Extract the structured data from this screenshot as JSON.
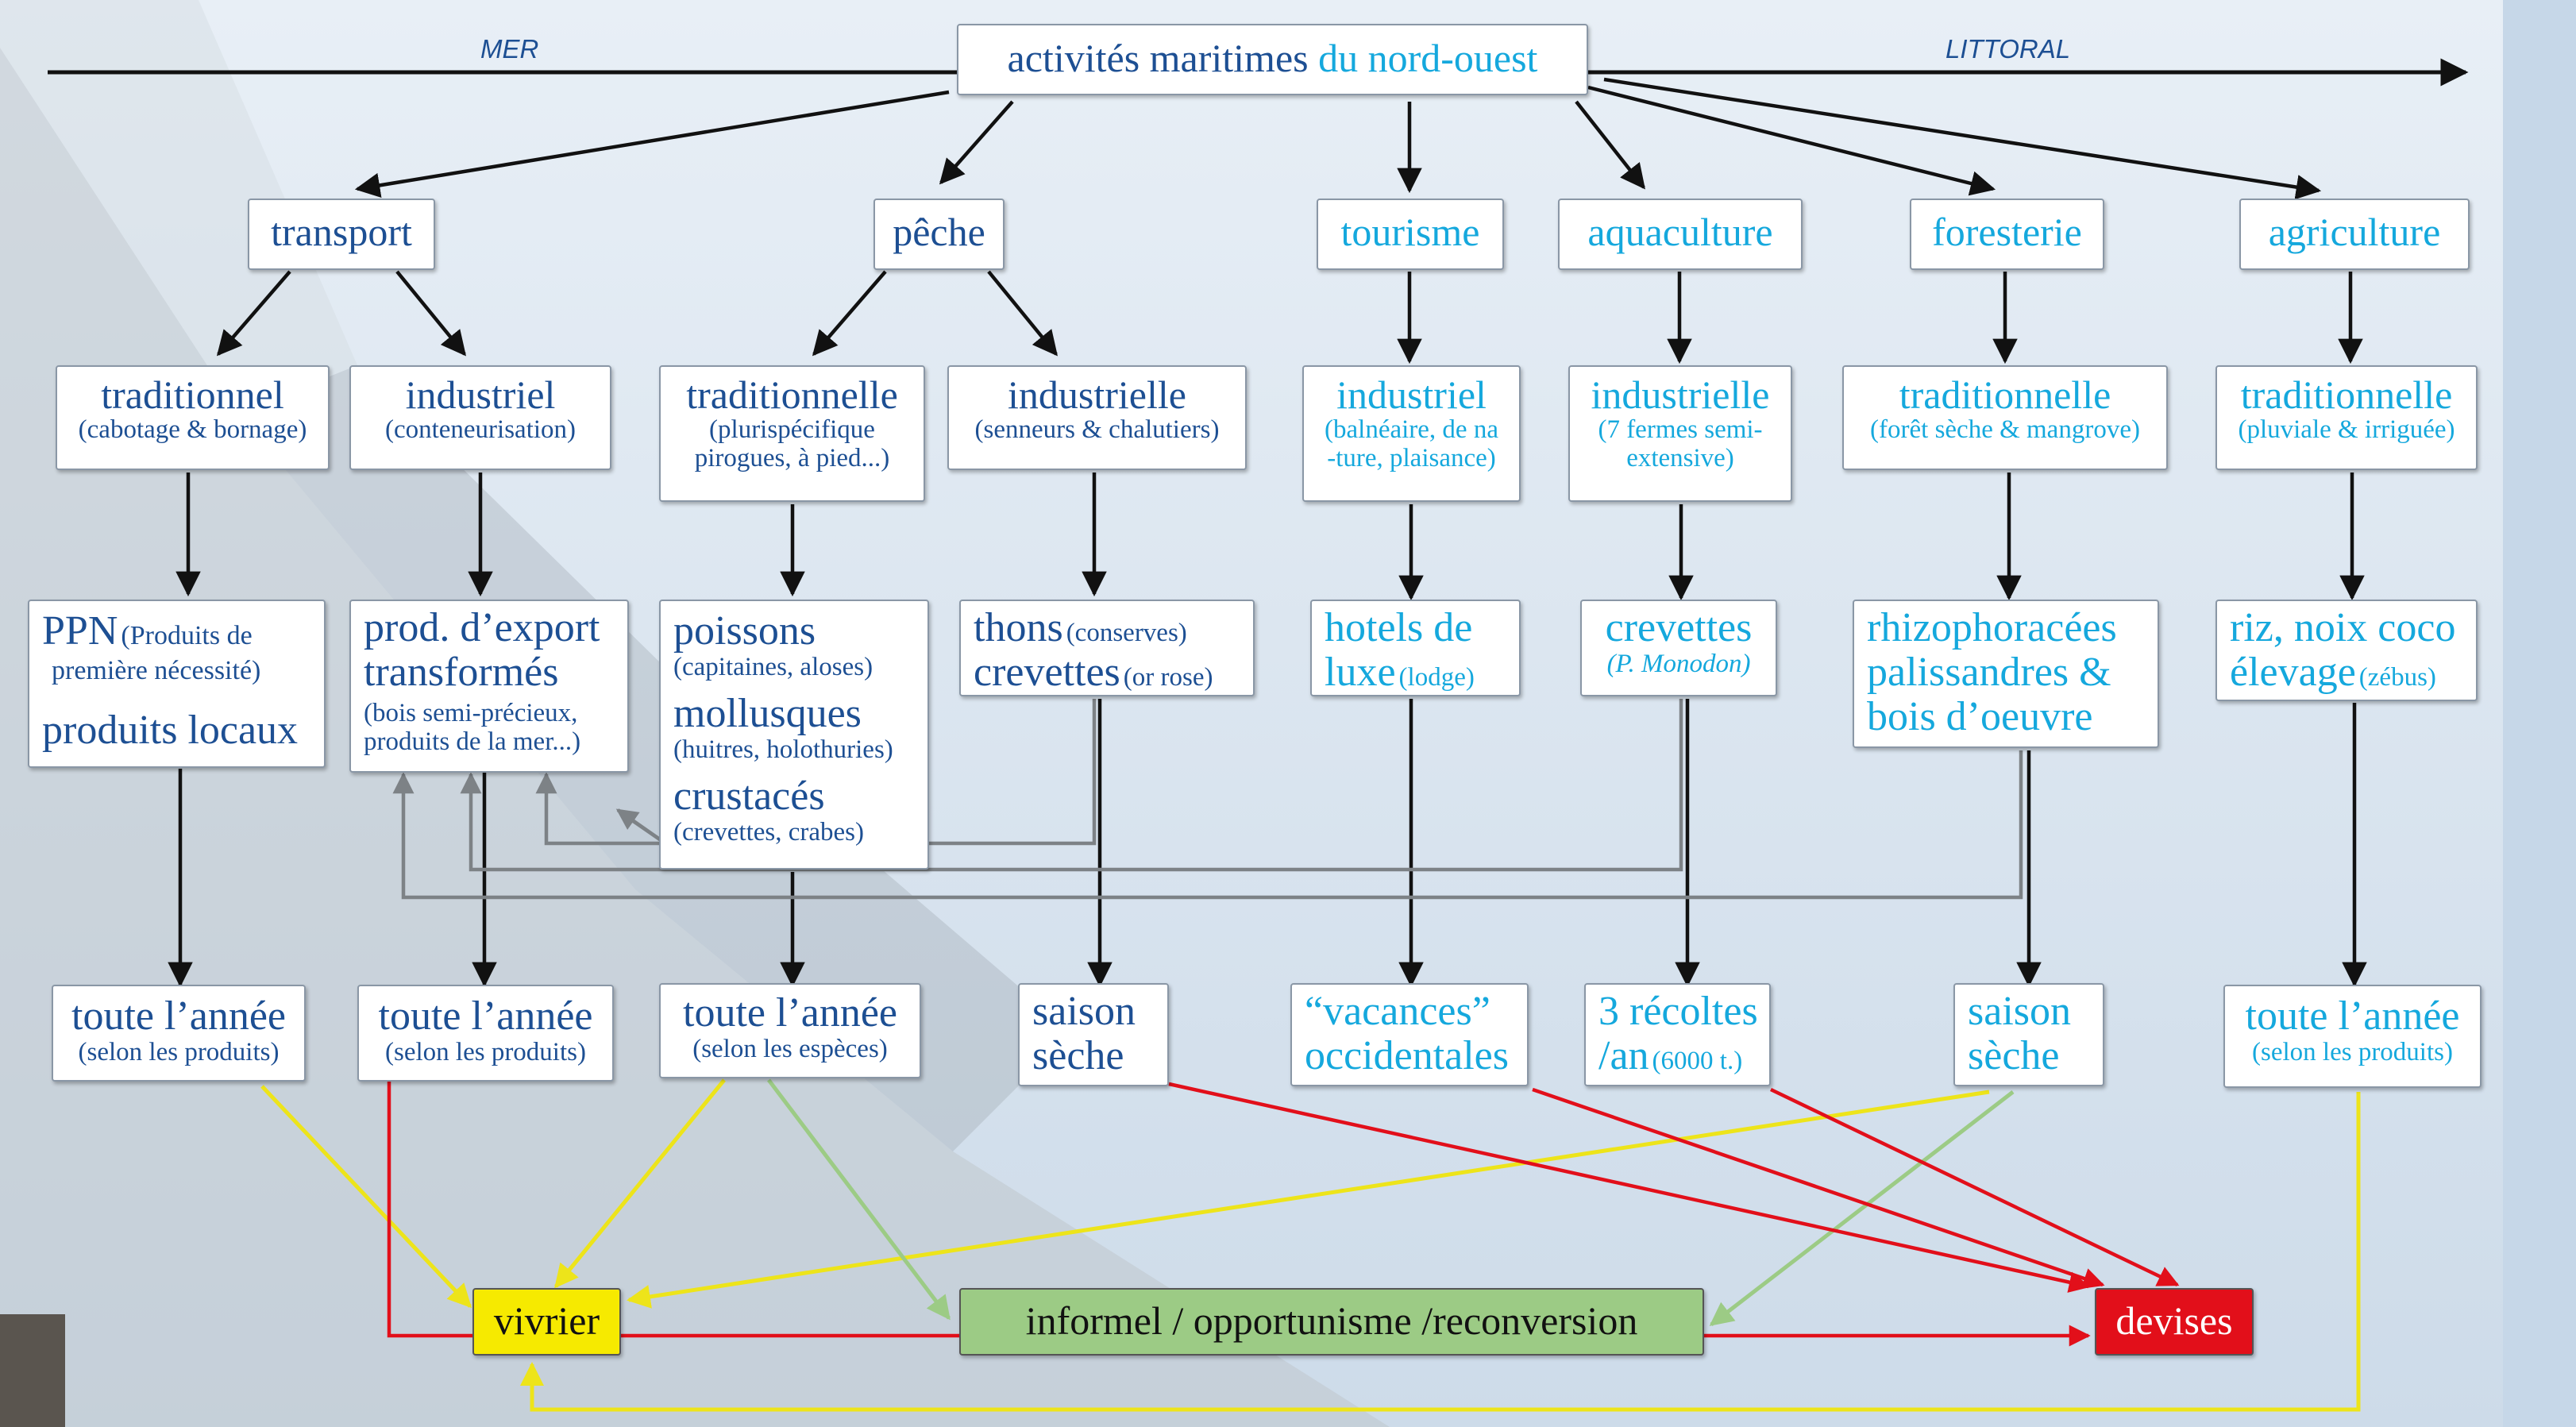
{
  "axis": {
    "left_label": "MER",
    "right_label": "LITTORAL"
  },
  "title": {
    "part1": "activités maritimes",
    "part2": "du nord-ouest"
  },
  "sectors": {
    "transport": "transport",
    "peche": "pêche",
    "tourisme": "tourisme",
    "aquaculture": "aquaculture",
    "foresterie": "foresterie",
    "agriculture": "agriculture"
  },
  "modes": {
    "transport_trad": {
      "head": "traditionnel",
      "sub": "(cabotage & bornage)"
    },
    "transport_ind": {
      "head": "industriel",
      "sub": "(conteneurisation)"
    },
    "peche_trad": {
      "head": "traditionnelle",
      "sub1": "(plurispécifique",
      "sub2": "pirogues, à pied...)"
    },
    "peche_ind": {
      "head": "industrielle",
      "sub": "(senneurs & chalutiers)"
    },
    "tourisme_ind": {
      "head": "industriel",
      "sub1": "(balnéaire, de na",
      "sub2": "-ture, plaisance)"
    },
    "aqua_ind": {
      "head": "industrielle",
      "sub1": "(7 fermes semi-",
      "sub2": "extensive)"
    },
    "foret_trad": {
      "head": "traditionnelle",
      "sub": "(forêt sèche & mangrove)"
    },
    "agri_trad": {
      "head": "traditionnelle",
      "sub": "(pluviale & irriguée)"
    }
  },
  "products": {
    "ppn_head": "PPN",
    "ppn_sub1": "(Produits de",
    "ppn_sub2": "première nécessité)",
    "locaux": "produits locaux",
    "export_l1": "prod. d’export",
    "export_l2": "transformés",
    "export_sub1": "(bois semi-précieux,",
    "export_sub2": "produits de la mer...)",
    "poissons": "poissons",
    "poissons_sub": "(capitaines, aloses)",
    "mollusques": "mollusques",
    "mollusques_sub": "(huitres, holothuries)",
    "crustaces": "crustacés",
    "crustaces_sub": "(crevettes, crabes)",
    "thons": "thons",
    "thons_sub": "(conserves)",
    "crevettes_ind": "crevettes",
    "crevettes_ind_sub": "(or rose)",
    "hotels_l1": "hotels de",
    "hotels_l2": "luxe",
    "hotels_sub": "(lodge)",
    "crevettes_aqua": "crevettes",
    "crevettes_aqua_sub": "(P. Monodon)",
    "rhizo_l1": "rhizophoracées",
    "rhizo_l2": "palissandres &",
    "rhizo_l3": "bois d’oeuvre",
    "riz_l1": "riz, noix coco",
    "riz_l2": "élevage",
    "riz_sub": "(zébus)"
  },
  "seasons": {
    "s1_head": "toute l’année",
    "s1_sub": "(selon les produits)",
    "s2_head": "toute l’année",
    "s2_sub": "(selon les produits)",
    "s3_head": "toute l’année",
    "s3_sub": "(selon les espèces)",
    "s4_l1": "saison",
    "s4_l2": "sèche",
    "s5_l1": "“vacances”",
    "s5_l2": "occidentales",
    "s6_l1": "3 récoltes",
    "s6_l2": "/an",
    "s6_sub": "(6000 t.)",
    "s7_l1": "saison",
    "s7_l2": "sèche",
    "s8_head": "toute l’année",
    "s8_sub": "(selon les produits)"
  },
  "outcomes": {
    "vivrier": "vivrier",
    "informel": "informel / opportunisme /reconversion",
    "devises": "devises"
  },
  "colors": {
    "navy": "#1d4f93",
    "cyan": "#15a8dd",
    "yellow": "#f6ea00",
    "green": "#9ccb85",
    "red": "#e20f1a",
    "yellow_line": "#ede41a",
    "green_line": "#9ccb85",
    "red_line": "#e20f1a",
    "gray_line": "#7d8286"
  }
}
